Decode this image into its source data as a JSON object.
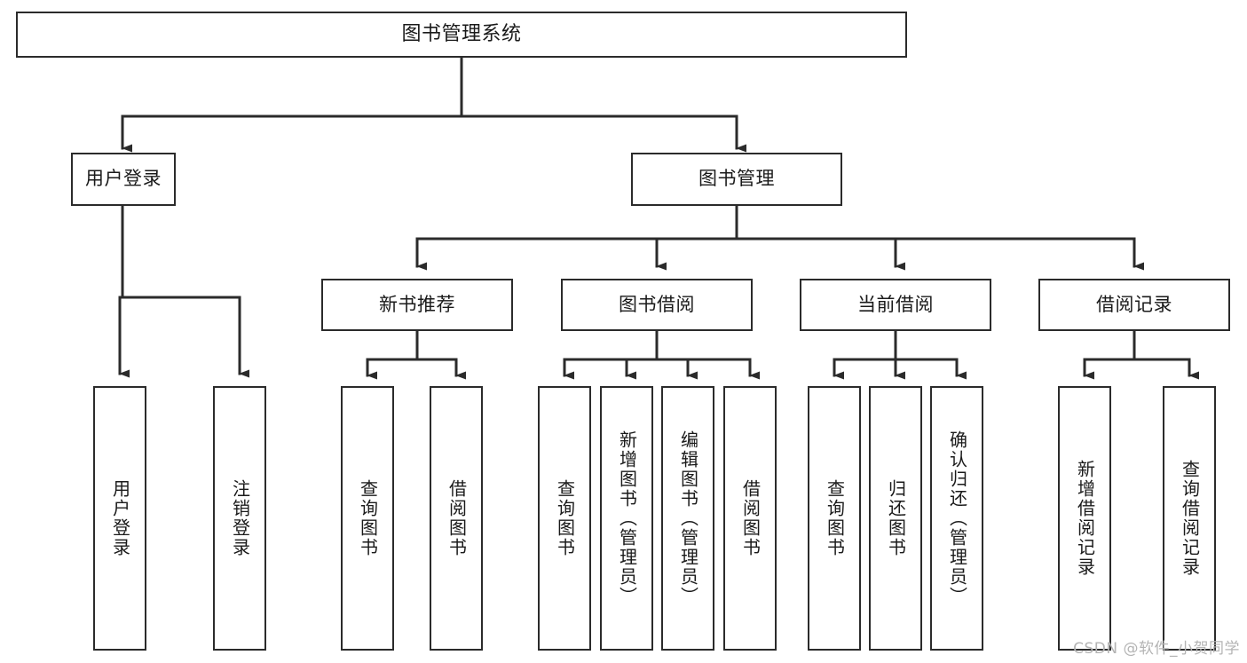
{
  "diagram": {
    "title": "图书管理系统",
    "type": "tree-hierarchy",
    "orientation": "top-down",
    "style": {
      "box_fill": "#ffffff",
      "box_stroke": "#2b2b2b",
      "connector_stroke": "#2b2b2b",
      "text_color": "#1a1a1a",
      "background": "#ffffff"
    },
    "root": {
      "id": "root",
      "label": "图书管理系统",
      "level": 1
    },
    "level2": [
      {
        "id": "user-login",
        "label": "用户登录",
        "level": 2
      },
      {
        "id": "book-manage",
        "label": "图书管理",
        "level": 2
      }
    ],
    "level3": [
      {
        "id": "new-book-recommend",
        "label": "新书推荐",
        "level": 3,
        "parent": "book-manage"
      },
      {
        "id": "book-borrow",
        "label": "图书借阅",
        "level": 3,
        "parent": "book-manage"
      },
      {
        "id": "current-borrow",
        "label": "当前借阅",
        "level": 3,
        "parent": "book-manage"
      },
      {
        "id": "borrow-record",
        "label": "借阅记录",
        "level": 3,
        "parent": "book-manage"
      }
    ],
    "leaves": [
      {
        "id": "leaf-user-login",
        "label": "用户登录",
        "parent": "user-login"
      },
      {
        "id": "leaf-logout-login",
        "label": "注销登录",
        "parent": "user-login"
      },
      {
        "id": "leaf-query-book-1",
        "label": "查询图书",
        "parent": "new-book-recommend"
      },
      {
        "id": "leaf-borrow-book-1",
        "label": "借阅图书",
        "parent": "new-book-recommend"
      },
      {
        "id": "leaf-query-book-2",
        "label": "查询图书",
        "parent": "book-borrow"
      },
      {
        "id": "leaf-add-book",
        "label": "新增图书（管理员）",
        "parent": "book-borrow"
      },
      {
        "id": "leaf-edit-book",
        "label": "编辑图书（管理员）",
        "parent": "book-borrow"
      },
      {
        "id": "leaf-borrow-book-2",
        "label": "借阅图书",
        "parent": "book-borrow"
      },
      {
        "id": "leaf-query-book-3",
        "label": "查询图书",
        "parent": "current-borrow"
      },
      {
        "id": "leaf-return-book",
        "label": "归还图书",
        "parent": "current-borrow"
      },
      {
        "id": "leaf-confirm-return",
        "label": "确认归还（管理员）",
        "parent": "current-borrow"
      },
      {
        "id": "leaf-add-record",
        "label": "新增借阅记录",
        "parent": "borrow-record"
      },
      {
        "id": "leaf-query-record",
        "label": "查询借阅记录",
        "parent": "borrow-record"
      }
    ]
  },
  "watermark": {
    "text": "CSDN @软件_小贺同学"
  }
}
